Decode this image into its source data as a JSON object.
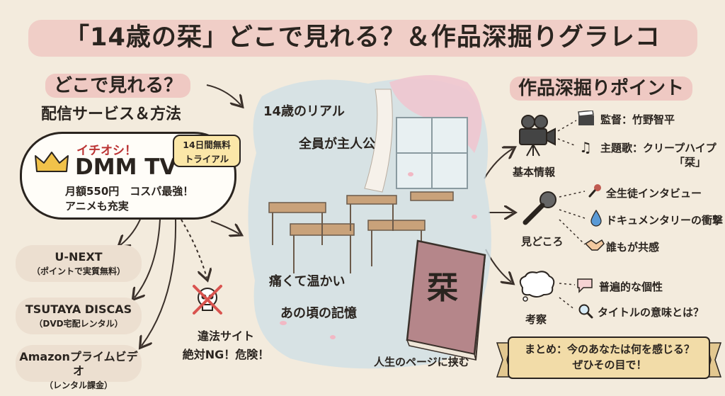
{
  "header": {
    "title": "「14歳の栞」どこで見れる？＆作品深掘りグラレコ"
  },
  "left": {
    "heading": "どこで見れる？",
    "subheading": "配信サービス＆方法",
    "featured": {
      "tag": "イチオシ！",
      "name": "DMM TV",
      "trial": [
        "14日間無料",
        "トライアル"
      ],
      "points": [
        "月額550円　コスパ最強！",
        "アニメも充実"
      ]
    },
    "services": [
      {
        "name": "U-NEXT",
        "note": "（ポイントで実質無料）"
      },
      {
        "name": "TSUTAYA DISCAS",
        "note": "（DVD宅配レンタル）"
      },
      {
        "name": "Amazonプライムビデオ",
        "note": "（レンタル課金）"
      }
    ],
    "warning": {
      "line1": "違法サイト",
      "line2": "絶対NG！危険！"
    }
  },
  "center": {
    "labels": {
      "real": "14歳のリアル",
      "all": "全員が主人公",
      "warm": "痛くて温かい",
      "memory": "あの頃の記憶"
    },
    "book_title": "栞",
    "book_caption": "人生のページに挟む"
  },
  "right": {
    "heading": "作品深掘りポイント",
    "groups": [
      {
        "category": "基本情報",
        "icon": "film-camera-icon",
        "items": [
          {
            "icon": "clapperboard-icon",
            "text": "監督：竹野智平"
          },
          {
            "icon": "music-note-icon",
            "text": "主題歌：クリープハイプ",
            "text2": "「栞」"
          }
        ]
      },
      {
        "category": "見どころ",
        "icon": "microphone-icon",
        "items": [
          {
            "icon": "small-microphone-icon",
            "text": "全生徒インタビュー"
          },
          {
            "icon": "water-drop-icon",
            "text": "ドキュメンタリーの衝撃"
          },
          {
            "icon": "handshake-icon",
            "text": "誰もが共感"
          }
        ]
      },
      {
        "category": "考察",
        "icon": "thought-bubble-icon",
        "items": [
          {
            "icon": "speech-bubble-icon",
            "text": "普遍的な個性"
          },
          {
            "icon": "magnifier-icon",
            "text": "タイトルの意味とは？"
          }
        ]
      }
    ],
    "summary": {
      "line1": "まとめ：今のあなたは何を感じる？",
      "line2": "ぜひその目で！"
    }
  },
  "colors": {
    "background": "#f3ebdd",
    "title_highlight": "#efc9c3",
    "trial_badge": "#fbe7a8",
    "book": "#b5868a"
  }
}
